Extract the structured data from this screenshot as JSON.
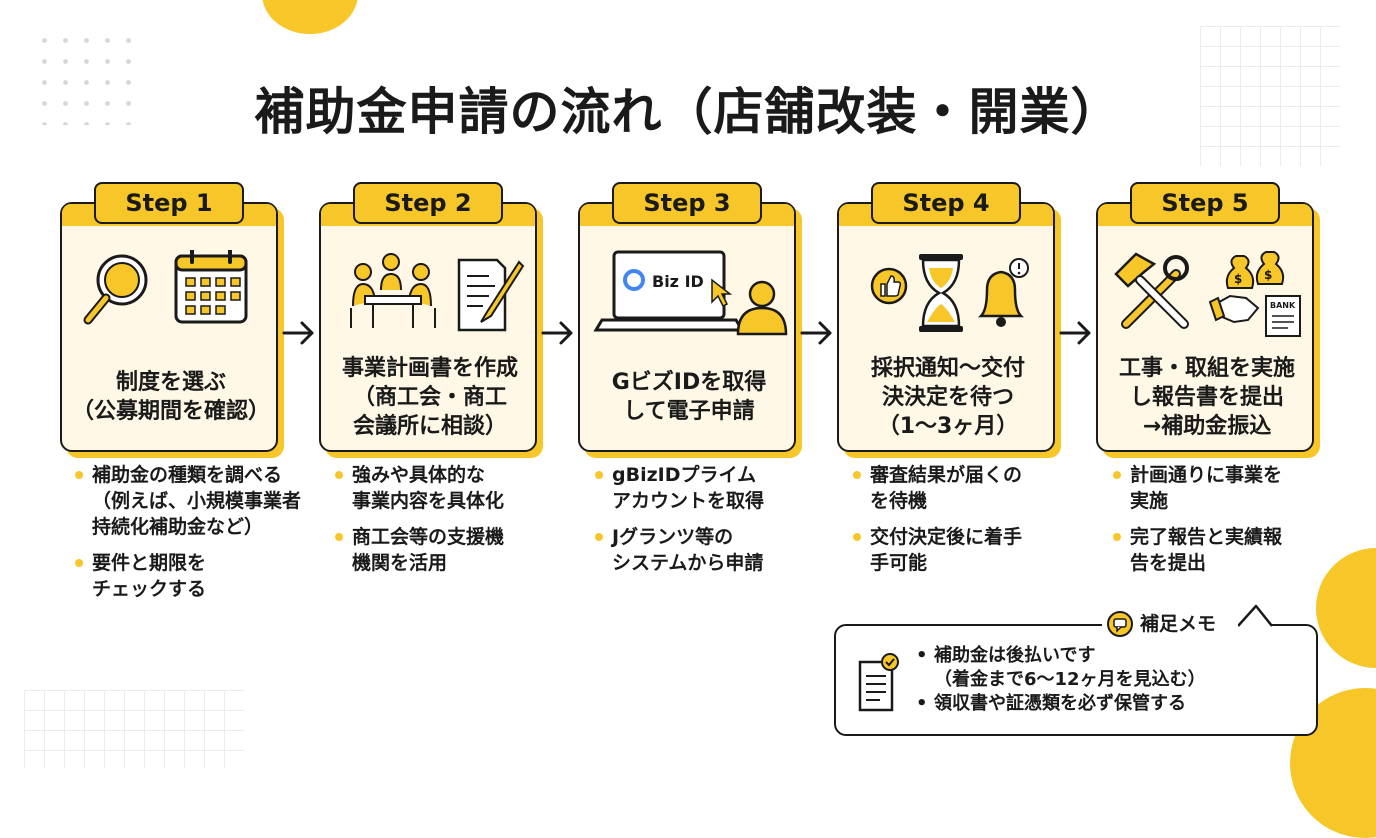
{
  "title": "補助金申請の流れ（店舗改装・開業）",
  "accent_color": "#F7C628",
  "steps": [
    {
      "label": "Step 1",
      "text_lines": [
        "制度を選ぶ",
        "（公募期間を確認）"
      ],
      "icons": [
        "magnifier-icon",
        "calendar-icon"
      ],
      "bullets": [
        "補助金の種類を調べる\n（例えば、小規模事業者\n持続化補助金など）",
        "要件と期限を\nチェックする"
      ]
    },
    {
      "label": "Step 2",
      "text_lines": [
        "事業計画書を作成",
        "（商工会・商工",
        "会議所に相談）"
      ],
      "icons": [
        "meeting-people-icon",
        "document-pen-icon"
      ],
      "bullets": [
        "強みや具体的な\n事業内容を具体化",
        "商工会等の支援機\n機関を活用"
      ]
    },
    {
      "label": "Step 3",
      "text_lines": [
        "GビズIDを取得",
        "して電子申請"
      ],
      "icons": [
        "laptop-icon",
        "user-icon"
      ],
      "laptop_text": "Biz ID",
      "bullets": [
        "gBizIDプライム\nアカウントを取得",
        "Jグランツ等の\nシステムから申請"
      ]
    },
    {
      "label": "Step 4",
      "text_lines": [
        "採択通知〜交付",
        "決決定を待つ",
        "（1〜3ヶ月）"
      ],
      "icons": [
        "thumbs-up-icon",
        "hourglass-icon",
        "bell-icon"
      ],
      "bullets": [
        "審査結果が届くの\nを待機",
        "交付決定後に着手\n手可能"
      ]
    },
    {
      "label": "Step 5",
      "text_lines": [
        "工事・取組を実施",
        "し報告書を提出",
        "→補助金振込"
      ],
      "icons": [
        "tools-icon",
        "handshake-money-icon"
      ],
      "bank_text": "BANK",
      "bullets": [
        "計画通りに事業を\n実施",
        "完了報告と実績報\n告を提出"
      ]
    }
  ],
  "memo": {
    "label": "補足メモ",
    "lines": [
      "補助金は後払いです",
      "（着金まで6〜12ヶ月を見込む）",
      "領収書や証憑類を必ず保管する"
    ]
  }
}
